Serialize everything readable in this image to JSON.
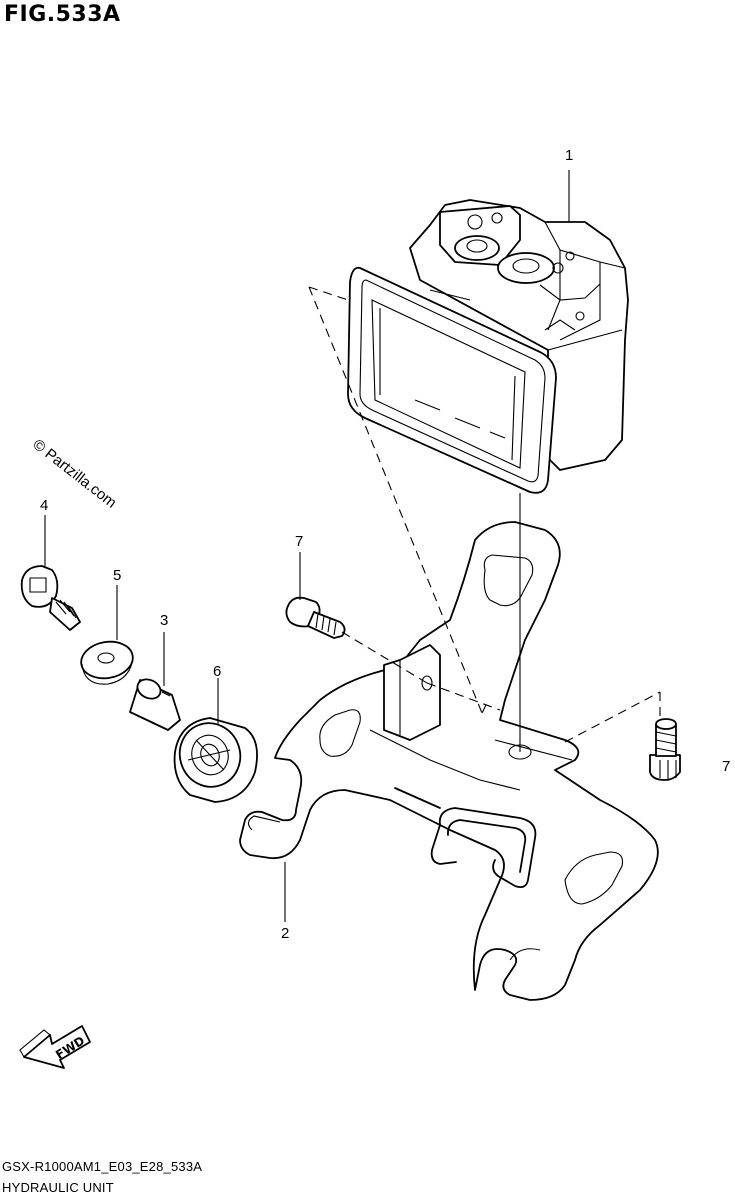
{
  "figure": {
    "title": "FIG.533A"
  },
  "watermark": "© Partzilla.com",
  "callouts": {
    "p1": "1",
    "p2": "2",
    "p3": "3",
    "p4": "4",
    "p5": "5",
    "p6": "6",
    "p7a": "7",
    "p7b": "7"
  },
  "fwd_label": "FWD",
  "footer": {
    "code": "GSX-R1000AM1_E03_E28_533A",
    "name": "HYDRAULIC UNIT"
  }
}
